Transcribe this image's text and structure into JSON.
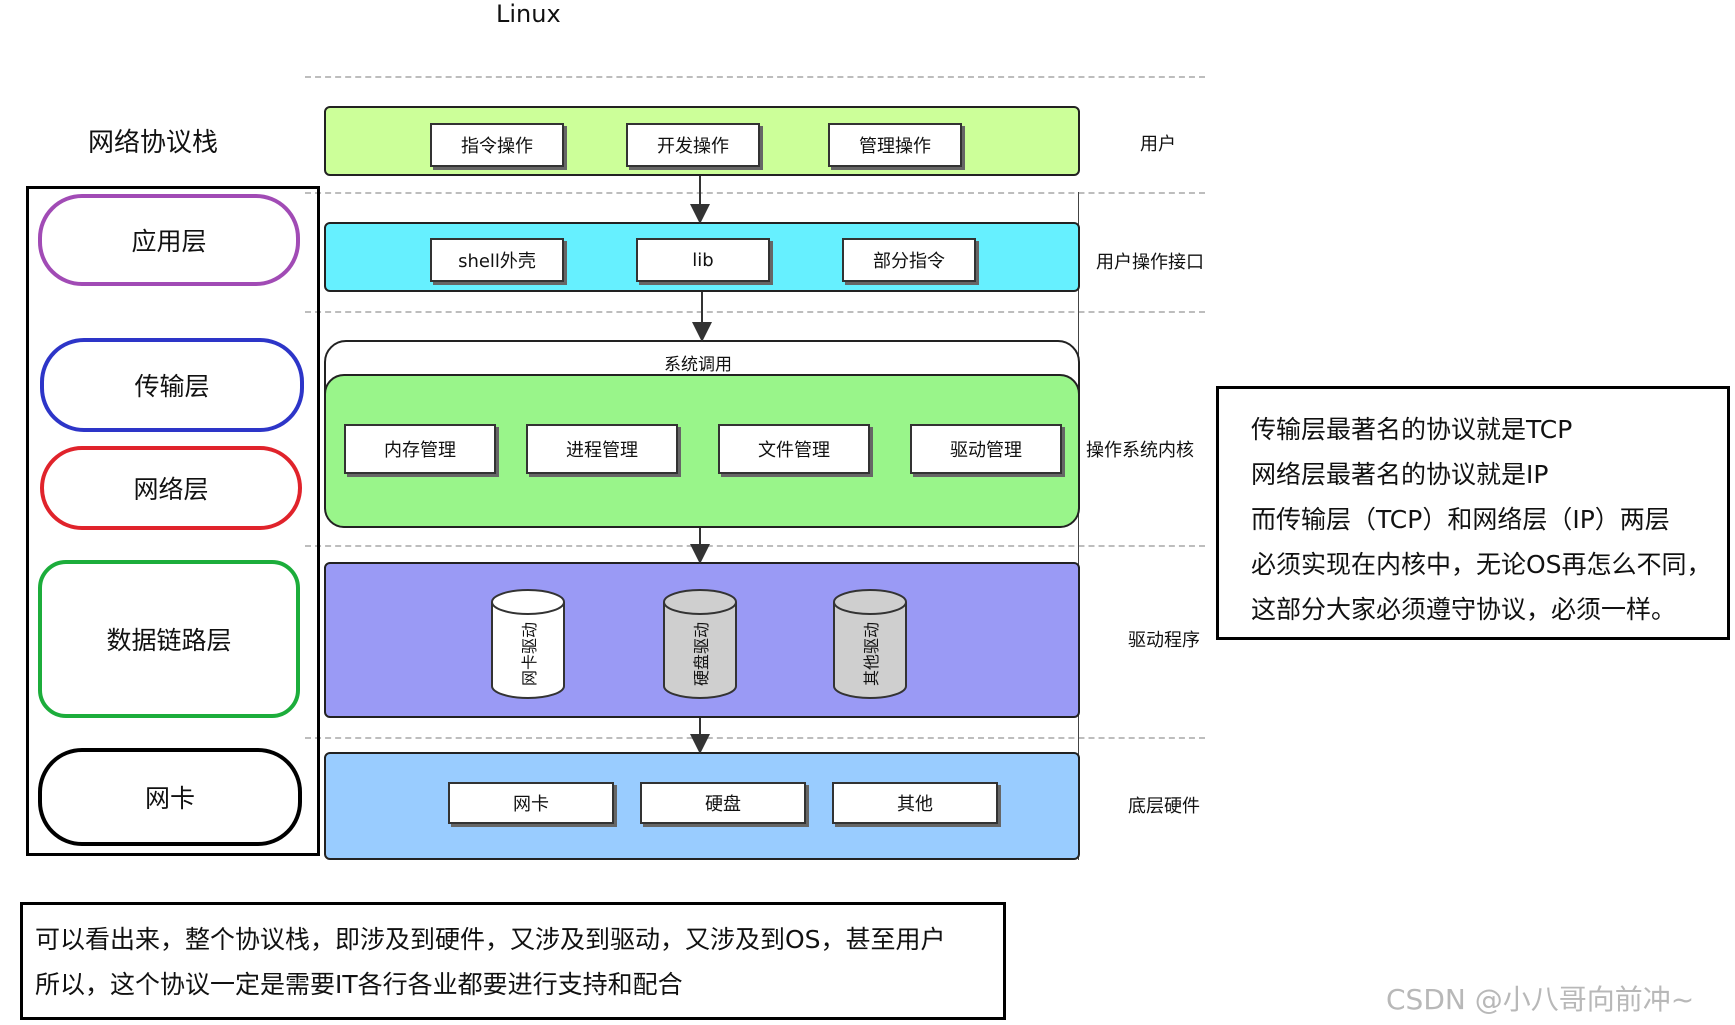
{
  "title": "Linux",
  "left_panel": {
    "title": "网络协议栈",
    "layers": [
      {
        "label": "应用层",
        "color": "#a14bb5"
      },
      {
        "label": "传输层",
        "color": "#2d35c8"
      },
      {
        "label": "网络层",
        "color": "#e0232b"
      },
      {
        "label": "数据链路层",
        "color": "#1cad3b"
      },
      {
        "label": "网卡",
        "color": "#000000"
      }
    ]
  },
  "os_stack": {
    "user": {
      "label": "用户",
      "color": "#ccff99",
      "items": [
        "指令操作",
        "开发操作",
        "管理操作"
      ]
    },
    "interface": {
      "label": "用户操作接口",
      "color": "#66f0ff",
      "items": [
        "shell外壳",
        "lib",
        "部分指令"
      ]
    },
    "kernel": {
      "label": "操作系统内核",
      "syscall": "系统调用",
      "color": "#99f58a",
      "items": [
        "内存管理",
        "进程管理",
        "文件管理",
        "驱动管理"
      ]
    },
    "drivers": {
      "label": "驱动程序",
      "color": "#9a9af5",
      "items": [
        "网卡驱动",
        "硬盘驱动",
        "其他驱动"
      ]
    },
    "hardware": {
      "label": "底层硬件",
      "color": "#99ccff",
      "items": [
        "网卡",
        "硬盘",
        "其他"
      ]
    }
  },
  "right_note": {
    "lines": [
      "传输层最著名的协议就是TCP",
      "网络层最著名的协议就是IP",
      "而传输层（TCP）和网络层（IP）两层",
      "必须实现在内核中，无论OS再怎么不同，",
      "这部分大家必须遵守协议，必须一样。"
    ]
  },
  "bottom_note": {
    "lines": [
      "可以看出来，整个协议栈，即涉及到硬件，又涉及到驱动，又涉及到OS，甚至用户",
      "所以，这个协议一定是需要IT各行各业都要进行支持和配合"
    ]
  },
  "footer": {
    "credit": "CSDN @小八哥向前冲~"
  }
}
